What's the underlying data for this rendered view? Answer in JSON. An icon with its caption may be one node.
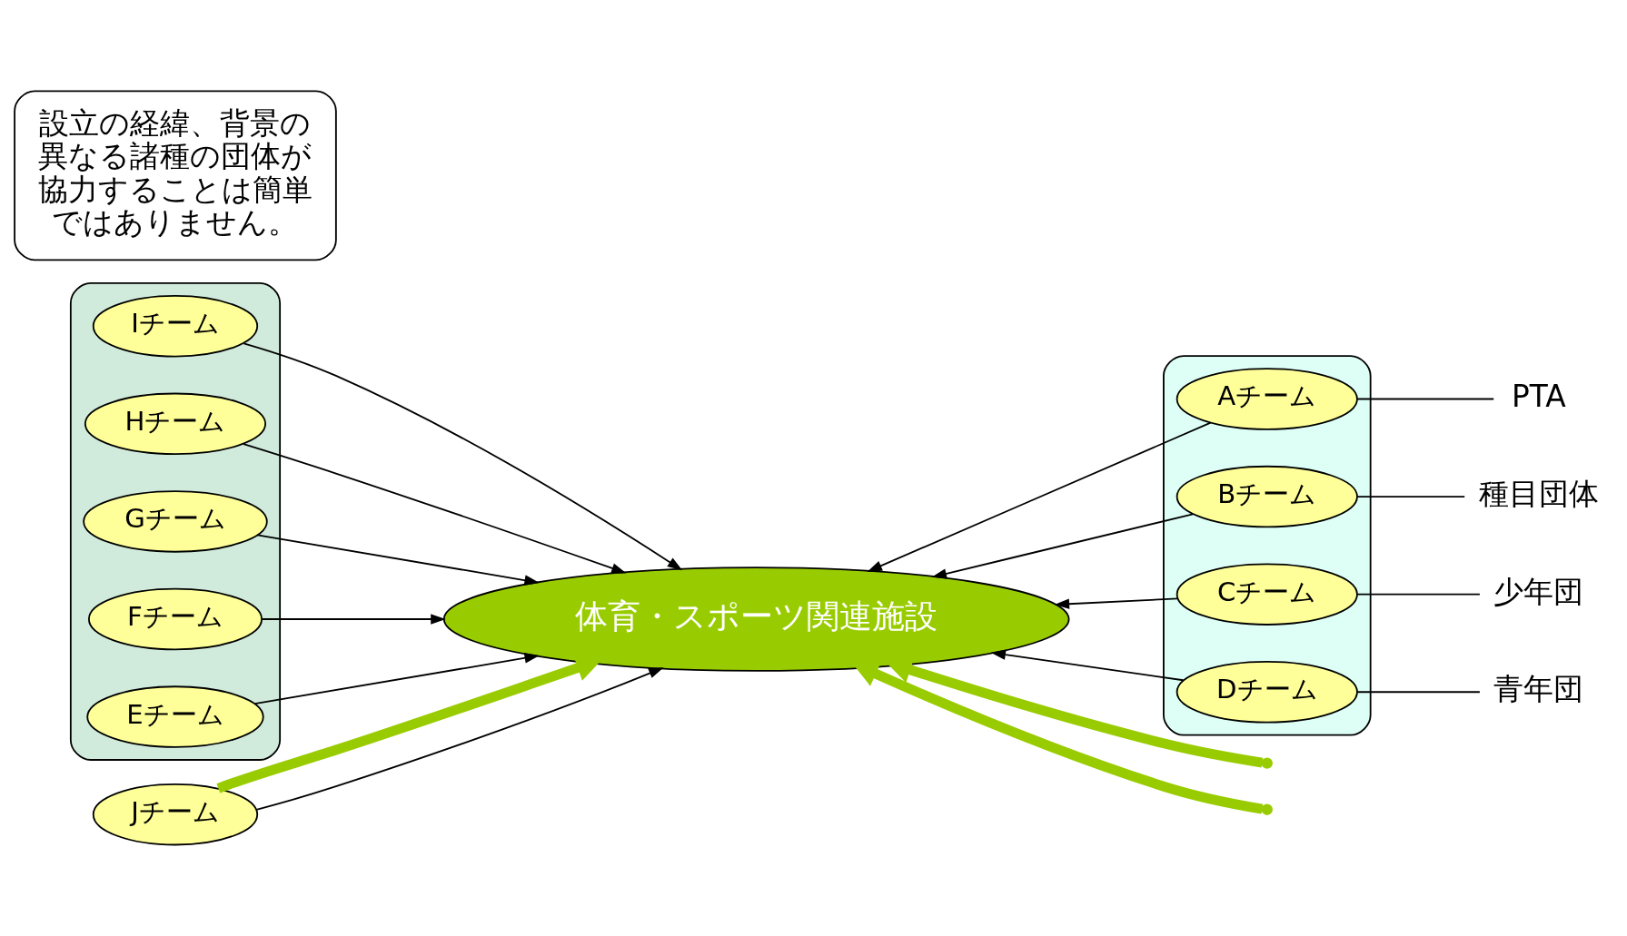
{
  "diagram": {
    "nodes": [
      {
        "text": [],
        "shape": "cloud"
      },
      {
        "text": [
          "Iチーム"
        ],
        "in": 0
      },
      {
        "text": [
          "Jチーム"
        ]
      },
      {
        "text": [],
        "shape": "cloud"
      },
      {
        "text": [
          "Aチーム"
        ],
        "in": 3
      },
      {
        "text": [
          "PTA"
        ]
      },
      {
        "text": [
          "Hチーム"
        ],
        "in": 0
      },
      {
        "text": [
          "種目団体"
        ]
      },
      {
        "text": [
          "体育・スポーツ関連施設"
        ]
      },
      {
        "text": [
          "Bチーム"
        ],
        "in": 3
      },
      {
        "text": [
          "Gチーム"
        ],
        "in": 0
      },
      {
        "text": [
          "少年団"
        ]
      },
      {
        "text": [
          "Cチーム"
        ],
        "in": 3
      },
      {
        "text": [
          "Fチーム"
        ],
        "in": 0
      },
      {
        "text": [
          "Dチーム"
        ],
        "in": 3
      },
      {
        "text": [
          "青年団"
        ]
      },
      {
        "text": [
          "Eチーム"
        ],
        "in": 0
      },
      {
        "text": [
          "設立の経緯、背景の異なる諸種の団体が協力することは簡単ではありません。"
        ]
      }
    ],
    "edges": [
      {
        "from": 1,
        "to": 8,
        "arrow": "to"
      },
      {
        "from": 2,
        "to": 8,
        "arrow": "to"
      },
      {
        "from": 2,
        "to": 8,
        "arrow": "to",
        "style": "thick",
        "color": "#99cc00"
      },
      {
        "from": 4,
        "to": 8,
        "arrow": "to"
      },
      {
        "from": null,
        "to": 8,
        "arrow": "to",
        "style": "thick",
        "color": "#99cc00"
      },
      {
        "from": 6,
        "to": 8,
        "arrow": "to"
      },
      {
        "from": 9,
        "to": 8,
        "arrow": "to"
      },
      {
        "from": 10,
        "to": 8,
        "arrow": "to"
      },
      {
        "from": null,
        "to": 8,
        "arrow": "to",
        "style": "thick",
        "color": "#99cc00"
      },
      {
        "from": 12,
        "to": 8,
        "arrow": "to"
      },
      {
        "from": 13,
        "to": 8,
        "arrow": "to"
      },
      {
        "from": 16,
        "to": 8,
        "arrow": "to"
      },
      {
        "from": 14,
        "to": 8,
        "arrow": "to"
      },
      {
        "from": 5,
        "to": 4,
        "arrow": "none"
      },
      {
        "from": 7,
        "to": 9,
        "arrow": "none"
      },
      {
        "from": 11,
        "to": 12,
        "arrow": "none"
      },
      {
        "from": 15,
        "to": 14,
        "arrow": "none"
      }
    ]
  }
}
